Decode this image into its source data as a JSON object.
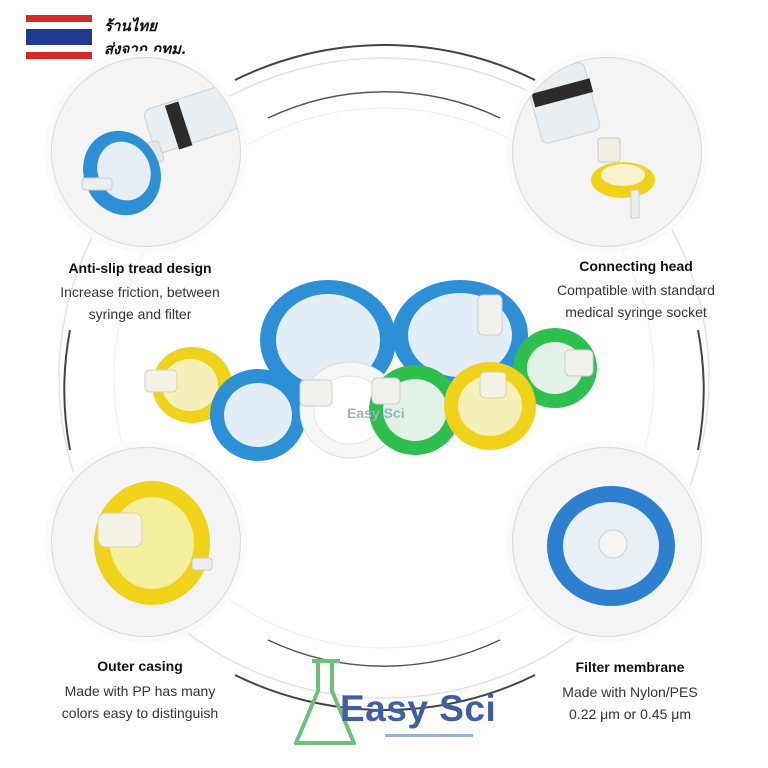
{
  "store_label": {
    "line1": "ร้านไทย",
    "line2": "ส่งจาก กทม."
  },
  "flag": {
    "colors": [
      "#d62828",
      "#ffffff",
      "#1f3a8f",
      "#ffffff",
      "#d62828"
    ]
  },
  "features": [
    {
      "title": "Anti-slip tread design",
      "line1": "Increase friction, between",
      "line2": "syringe and filter"
    },
    {
      "title": "Connecting head",
      "line1": "Compatible with standard",
      "line2": "medical syringe socket"
    },
    {
      "title": "Outer casing",
      "line1": "Made with PP has many",
      "line2": "colors easy to distinguish"
    },
    {
      "title": "Filter membrane",
      "line1": "Made with Nylon/PES",
      "line2": "0.22 μm or 0.45 μm"
    }
  ],
  "brand": {
    "name": "Easy Sci",
    "watermark": "Easy Sci",
    "primary_color": "#3f5fa5",
    "accent_color": "#6cc17a"
  },
  "filter_colors": {
    "blue": "#2d8fd6",
    "yellow": "#f1d21a",
    "green": "#2fbf4f",
    "white": "#f6f6f6"
  }
}
